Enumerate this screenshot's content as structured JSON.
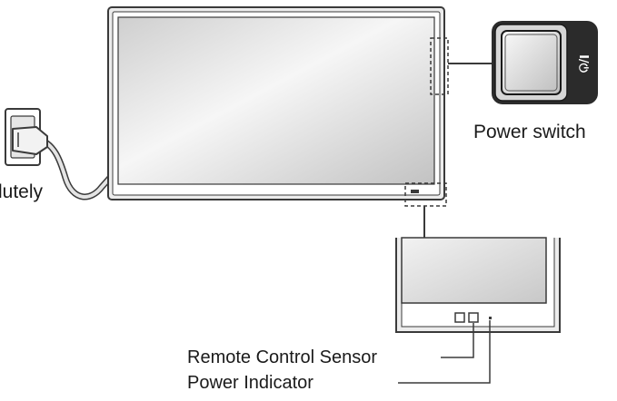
{
  "labels": {
    "power_switch": "Power switch",
    "plug_caption_fragment": "lutely",
    "remote_control_sensor": "Remote Control Sensor",
    "power_indicator": "Power Indicator"
  },
  "icons": {
    "power_switch_symbol": "power-symbol-icon",
    "power_switch_symbol_text": "I/⏻"
  },
  "colors": {
    "outline": "#3a3a3a",
    "screen_light": "#f4f4f4",
    "screen_dark": "#c4c4c4",
    "switch_body": "#2b2b2b",
    "text": "#1a1a1a"
  }
}
